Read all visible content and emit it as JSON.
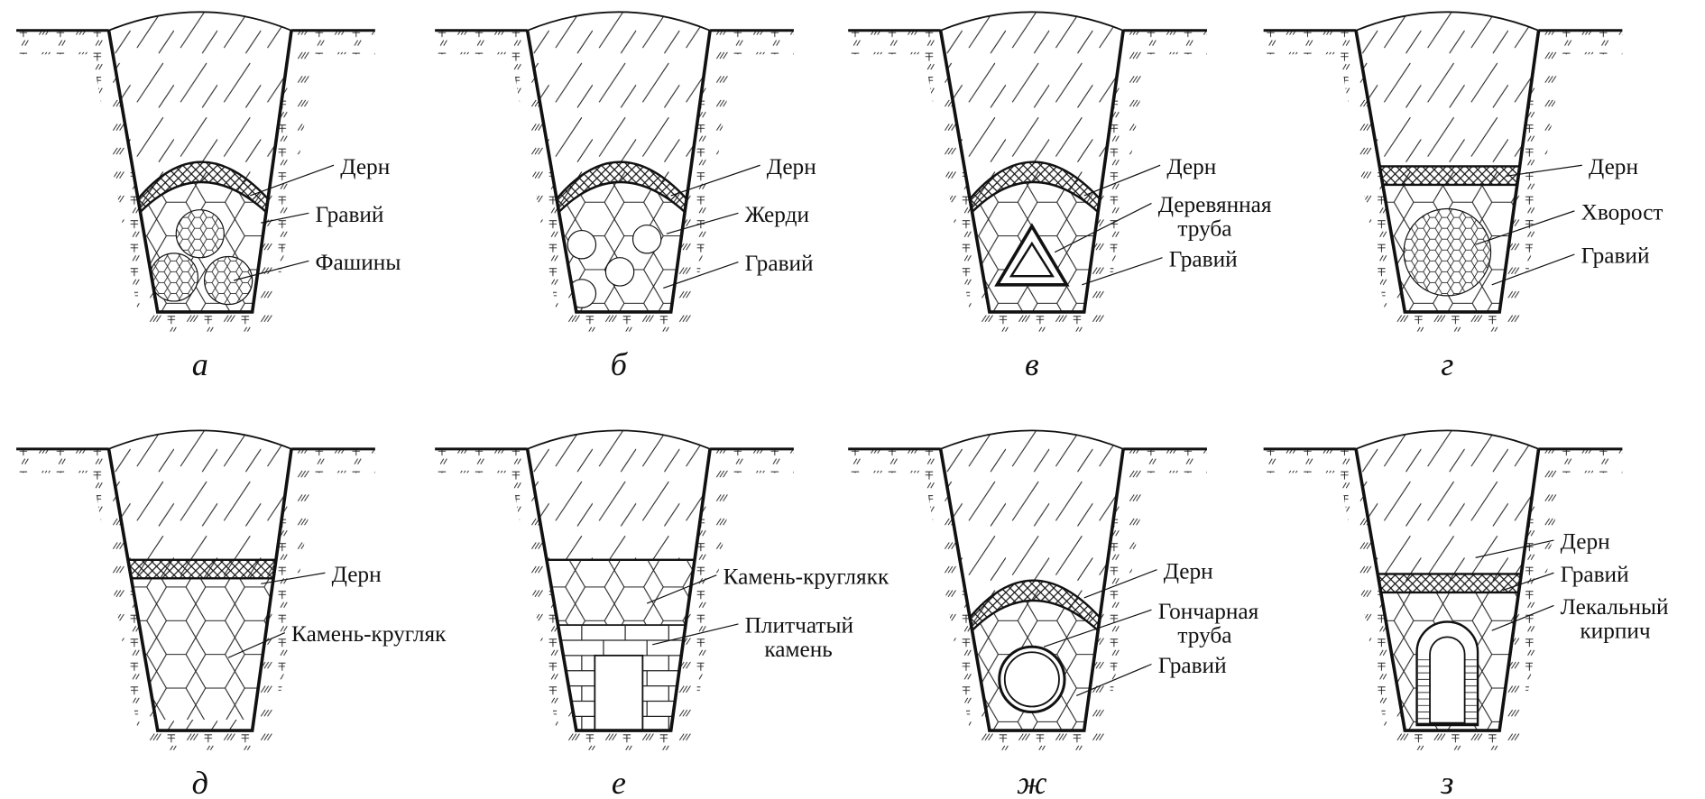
{
  "panels": [
    {
      "caption": "а",
      "fill": "fascine",
      "dern": "arc",
      "labels": [
        [
          "Дерн"
        ],
        [
          "Гравий"
        ],
        [
          "Фашины"
        ]
      ]
    },
    {
      "caption": "б",
      "fill": "poles",
      "dern": "arc",
      "labels": [
        [
          "Дерн"
        ],
        [
          "Жерди"
        ],
        [
          "Гравий"
        ]
      ]
    },
    {
      "caption": "в",
      "fill": "triangle",
      "dern": "arc",
      "labels": [
        [
          "Дерн"
        ],
        [
          "Деревянная",
          "труба"
        ],
        [
          "Гравий"
        ]
      ]
    },
    {
      "caption": "г",
      "fill": "brush",
      "dern": "flat",
      "labels": [
        [
          "Дерн"
        ],
        [
          "Хворост"
        ],
        [
          "Гравий"
        ]
      ]
    },
    {
      "caption": "д",
      "fill": "cobble",
      "dern": "flat",
      "labels": [
        [
          "Дерн"
        ],
        [
          "Камень-кругляк"
        ]
      ]
    },
    {
      "caption": "е",
      "fill": "slab",
      "dern": "none",
      "labels": [
        [
          "Камень-круглякк"
        ],
        [
          "Плитчатый",
          "камень"
        ]
      ]
    },
    {
      "caption": "ж",
      "fill": "pipe",
      "dern": "arc",
      "labels": [
        [
          "Дерн"
        ],
        [
          "Гончарная",
          "труба"
        ],
        [
          "Гравий"
        ]
      ]
    },
    {
      "caption": "з",
      "fill": "brick",
      "dern": "flat",
      "labels": [
        [
          "Дерн"
        ],
        [
          "Гравий"
        ],
        [
          "Лекальный",
          "кирпич"
        ]
      ]
    }
  ],
  "colors": {
    "ink": "#111111",
    "background": "#ffffff"
  }
}
